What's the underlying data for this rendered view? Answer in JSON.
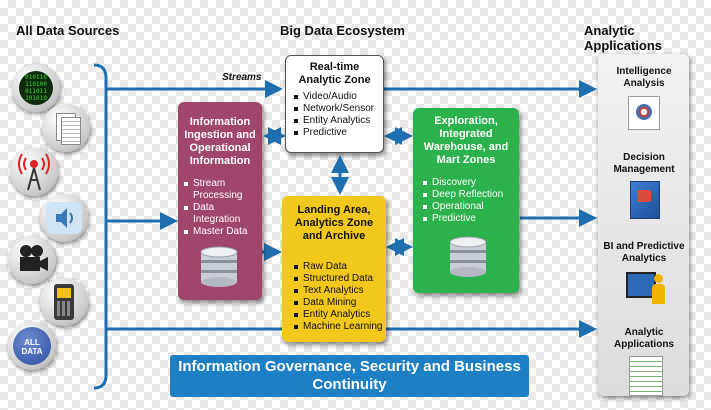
{
  "headers": {
    "sources": "All Data Sources",
    "ecosystem": "Big Data Ecosystem",
    "applications": "Analytic Applications"
  },
  "streams_label": "Streams",
  "zones": {
    "realtime": {
      "title": "Real-time Analytic Zone",
      "items": [
        "Video/Audio",
        "Network/Sensor",
        "Entity Analytics",
        "Predictive"
      ]
    },
    "ingestion": {
      "title": "Information Ingestion and Operational Information",
      "items": [
        "Stream Processing",
        "Data Integration",
        "Master Data"
      ]
    },
    "landing": {
      "title": "Landing Area, Analytics Zone and Archive",
      "items": [
        "Raw Data",
        "Structured Data",
        "Text Analytics",
        "Data Mining",
        "Entity Analytics",
        "Machine Learning"
      ]
    },
    "exploration": {
      "title": "Exploration, Integrated Warehouse, and Mart Zones",
      "items": [
        "Discovery",
        "Deep Reflection",
        "Operational",
        "Predictive"
      ]
    }
  },
  "applications": [
    {
      "label": "Intelligence Analysis",
      "icon": "intelligence-icon"
    },
    {
      "label": "Decision Management",
      "icon": "decision-icon"
    },
    {
      "label": "BI and Predictive Analytics",
      "icon": "bi-presenter-icon"
    },
    {
      "label": "Analytic Applications",
      "icon": "report-document-icon"
    }
  ],
  "sources": [
    {
      "icon": "binary-code-icon"
    },
    {
      "icon": "documents-icon"
    },
    {
      "icon": "radio-tower-icon"
    },
    {
      "icon": "speaker-icon"
    },
    {
      "icon": "video-camera-icon"
    },
    {
      "icon": "mobile-phone-icon"
    },
    {
      "icon": "all-data-icon",
      "text": "ALL DATA"
    }
  ],
  "footer": "Information Governance, Security and Business Continuity",
  "colors": {
    "arrow": "#1f6fb0",
    "ingestion": "#a0456c",
    "landing": "#f2c81c",
    "exploration": "#2bb24c",
    "footer": "#1d7fc4"
  }
}
